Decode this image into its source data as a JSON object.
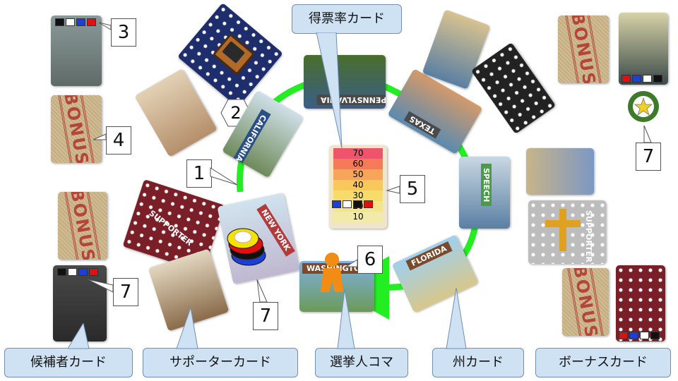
{
  "callouts": {
    "vote_rate_card": "得票率カード",
    "candidate_card": "候補者カード",
    "supporter_card": "サポーターカード",
    "elector_piece": "選挙人コマ",
    "state_card": "州カード",
    "bonus_card": "ボーナスカード"
  },
  "numbers": {
    "n1": "1",
    "n2": "2",
    "n3": "3",
    "n4": "4",
    "n5": "5",
    "n6": "6",
    "n7a": "7",
    "n7b": "7",
    "n7c": "7"
  },
  "states": {
    "pennsylvania": "PENNSYLVANIA",
    "texas": "TEXAS",
    "california": "CALIFORNIA",
    "new_york": "NEW YORK",
    "florida": "FLORIDA",
    "washington": "WASHINGTON"
  },
  "card_text": {
    "bonus": "BONUS",
    "supporter": "SUPPORTER",
    "speech": "SPEECH"
  },
  "vote_track": [
    "70",
    "60",
    "50",
    "40",
    "30",
    "20",
    "10"
  ],
  "colors": {
    "arrow": "#22ee22",
    "callout_fill": "#cfe2f3",
    "cube_black": "#111111",
    "cube_white": "#ffffff",
    "cube_blue": "#1c3fd6",
    "cube_red": "#e01010"
  },
  "icons": [
    "tv-icon",
    "star-token-icon",
    "elector-meeple-icon"
  ]
}
